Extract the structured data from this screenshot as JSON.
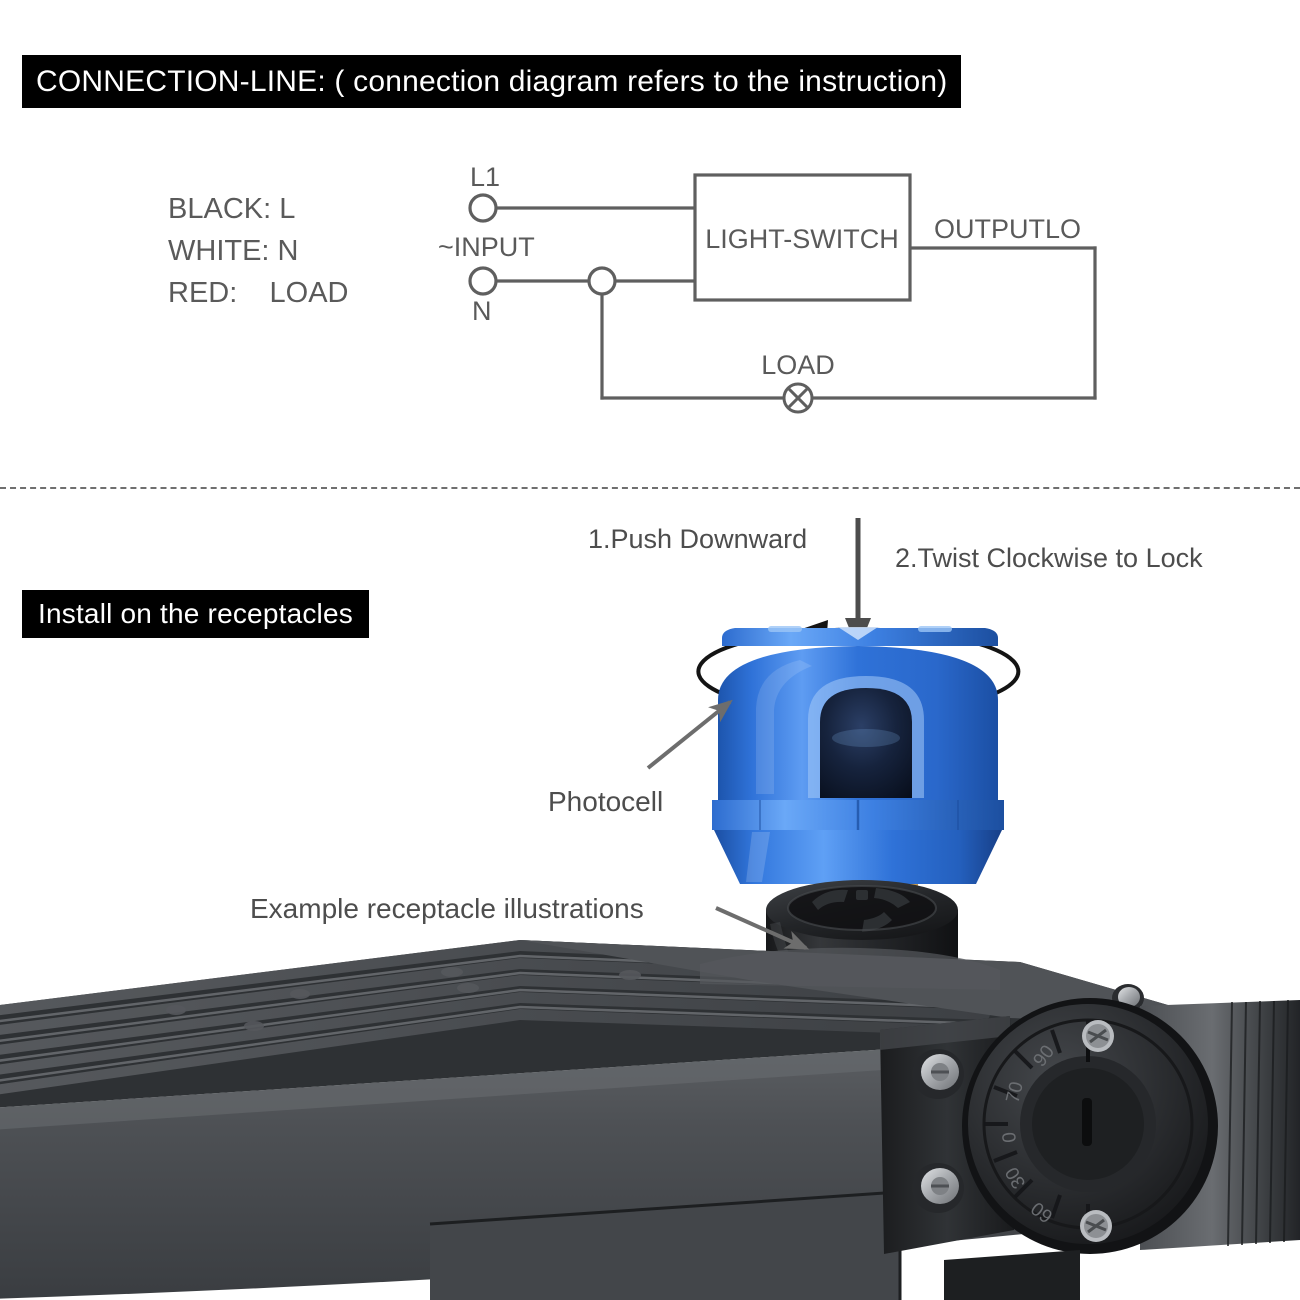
{
  "sections": {
    "connection": {
      "banner": "CONNECTION-LINE: ( connection diagram refers to the instruction)",
      "legend": {
        "black": "BLACK: L",
        "white": "WHITE: N",
        "red": "RED:    LOAD"
      },
      "diagram": {
        "terminal_l1": "L1",
        "terminal_n": "N",
        "input": "~INPUT",
        "switch_box": "LIGHT-SWITCH",
        "output": "OUTPUTLO",
        "load": "LOAD"
      }
    },
    "install": {
      "banner": "Install on the receptacles",
      "step1": "1.Push Downward",
      "step2": "2.Twist Clockwise to Lock",
      "callout_photocell": "Photocell",
      "callout_receptacles": "Example receptacle illustrations",
      "dial_marks": [
        "90",
        "70",
        "0",
        "30",
        "60"
      ]
    }
  },
  "colors": {
    "banner_bg": "#000000",
    "banner_text": "#ffffff",
    "diagram_line": "#5f5f5f",
    "body_text": "#4d4d4d",
    "photocell_blue": "#2f72d8",
    "photocell_blue_dark": "#1a50a8",
    "photocell_blue_light": "#5b9bf0",
    "fixture_gray": "#4f5255",
    "fixture_gray_dark": "#2b2d30",
    "receptacle_black": "#1d1e20",
    "prong_brass": "#a8813f",
    "arrow_gray": "#6d6d6d",
    "arrow_black": "#141414"
  }
}
